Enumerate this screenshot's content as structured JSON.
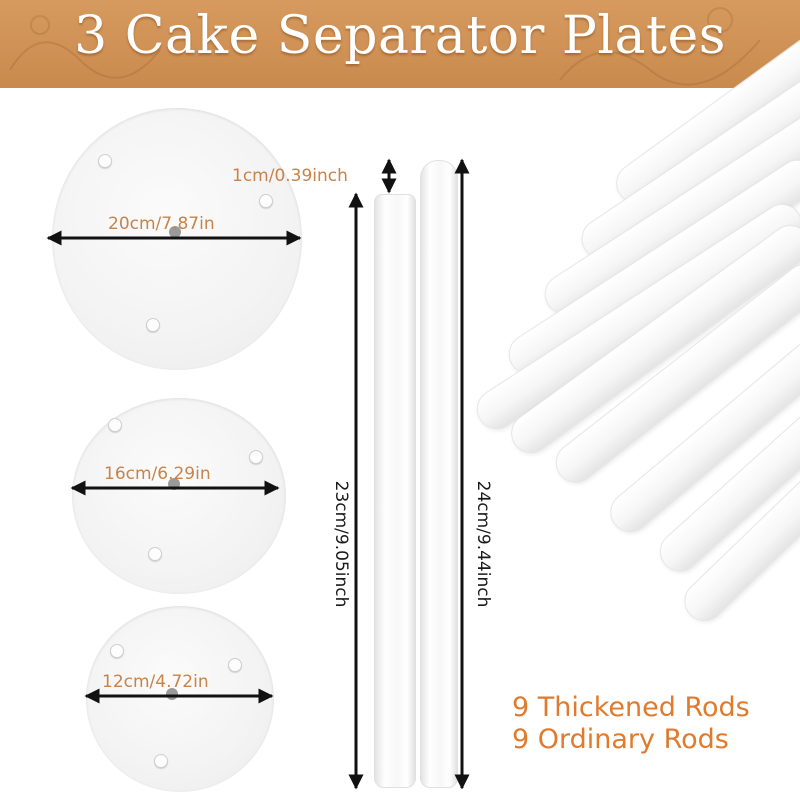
{
  "header": {
    "title": "3 Cake Separator Plates"
  },
  "plates": [
    {
      "id": "large",
      "size_label": "20cm/7.87in"
    },
    {
      "id": "medium",
      "size_label": "16cm/6.29in"
    },
    {
      "id": "small",
      "size_label": "12cm/4.72in"
    }
  ],
  "rods": {
    "diameter_label": "1cm/0.39inch",
    "ordinary_length_label": "23cm/9.05inch",
    "thick_length_label": "24cm/9.44inch",
    "counts": [
      "9 Thickened Rods",
      "9 Ordinary Rods"
    ]
  },
  "colors": {
    "banner": "#cf9155",
    "label_orange": "#c8834a",
    "count_orange": "#e07a2c",
    "arrow": "#111111"
  }
}
